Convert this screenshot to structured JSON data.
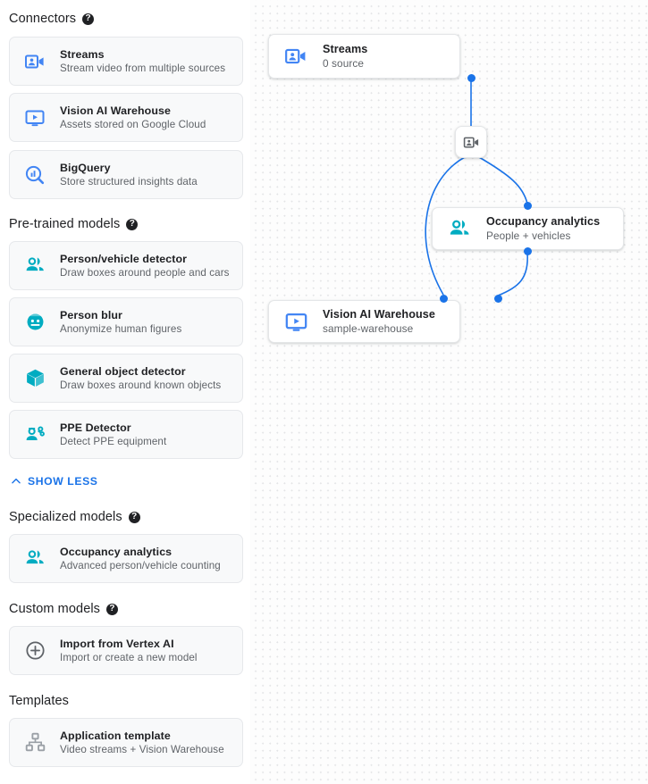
{
  "sidebar": {
    "sections": [
      {
        "title": "Connectors",
        "has_help": true,
        "items": [
          {
            "title": "Streams",
            "sub": "Stream video from multiple sources",
            "icon": "video-camera-icon",
            "color": "#4285f4"
          },
          {
            "title": "Vision AI Warehouse",
            "sub": "Assets stored on Google Cloud",
            "icon": "monitor-play-icon",
            "color": "#4285f4"
          },
          {
            "title": "BigQuery",
            "sub": "Store structured insights data",
            "icon": "bigquery-search-icon",
            "color": "#4285f4"
          }
        ]
      },
      {
        "title": "Pre-trained models",
        "has_help": true,
        "items": [
          {
            "title": "Person/vehicle detector",
            "sub": "Draw boxes around people and cars",
            "icon": "people-group-icon",
            "color": "#00acc1"
          },
          {
            "title": "Person blur",
            "sub": "Anonymize human figures",
            "icon": "face-blur-icon",
            "color": "#00acc1"
          },
          {
            "title": "General object detector",
            "sub": "Draw boxes around known objects",
            "icon": "cube-icon",
            "color": "#00acc1"
          },
          {
            "title": "PPE Detector",
            "sub": "Detect PPE equipment",
            "icon": "ppe-person-icon",
            "color": "#00acc1"
          }
        ]
      },
      {
        "title": "Specialized models",
        "has_help": true,
        "items": [
          {
            "title": "Occupancy analytics",
            "sub": "Advanced person/vehicle counting",
            "icon": "people-group-icon",
            "color": "#00acc1"
          }
        ]
      },
      {
        "title": "Custom models",
        "has_help": true,
        "items": [
          {
            "title": "Import from Vertex AI",
            "sub": "Import or create a new model",
            "icon": "plus-circle-icon",
            "color": "#5f6368"
          }
        ]
      },
      {
        "title": "Templates",
        "has_help": false,
        "items": [
          {
            "title": "Application template",
            "sub": "Video streams + Vision Warehouse",
            "icon": "hierarchy-icon",
            "color": "#9aa0a6"
          }
        ]
      }
    ],
    "show_less_label": "SHOW LESS"
  },
  "graph": {
    "nodes": [
      {
        "title": "Streams",
        "sub": "0 source",
        "icon": "video-camera-icon",
        "color": "#4285f4"
      },
      {
        "title": "Occupancy analytics",
        "sub": "People + vehicles",
        "icon": "people-group-icon",
        "color": "#00acc1"
      },
      {
        "title": "Vision AI Warehouse",
        "sub": "sample-warehouse",
        "icon": "monitor-play-icon",
        "color": "#4285f4"
      }
    ],
    "hub_icon": "video-camera-icon",
    "edge_color": "#1a73e8",
    "port_color": "#1a73e8"
  }
}
